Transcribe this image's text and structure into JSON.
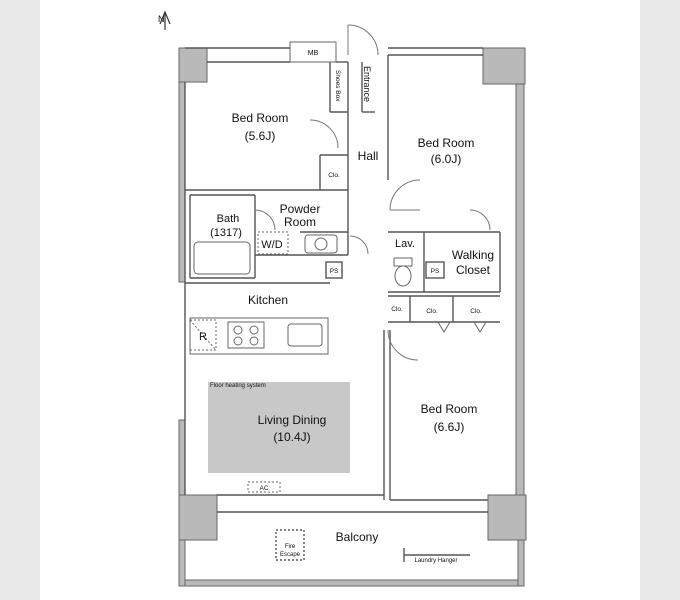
{
  "north_marker": "N",
  "rooms": {
    "bed1": {
      "name": "Bed Room",
      "size": "(5.6J)"
    },
    "bed2": {
      "name": "Bed Room",
      "size": "(6.0J)"
    },
    "bed3": {
      "name": "Bed Room",
      "size": "(6.6J)"
    },
    "hall": "Hall",
    "entrance": "Entrance",
    "shoe_box": "Shoes Box",
    "mb": "MB",
    "bath": {
      "name": "Bath",
      "size": "(1317)"
    },
    "powder": {
      "line1": "Powder",
      "line2": "Room"
    },
    "wd": "W/D",
    "lav": "Lav.",
    "walking_closet": {
      "line1": "Walking",
      "line2": "Closet"
    },
    "kitchen": "Kitchen",
    "refrigerator": "R",
    "living": {
      "name": "Living Dining",
      "size": "(10.4J)"
    },
    "floor_heating": "Floor heating system",
    "ac": "AC",
    "balcony": "Balcony",
    "fire_escape": {
      "line1": "Fire",
      "line2": "Escape"
    },
    "laundry_hanger": "Laundry Hanger",
    "ps": "PS",
    "clo": "Clo."
  },
  "colors": {
    "page_bg": "#e9e9e9",
    "paper": "#ffffff",
    "wall_fill": "#b9b9b9",
    "line": "#555555",
    "floor_heating_fill": "#c8c8c8"
  }
}
